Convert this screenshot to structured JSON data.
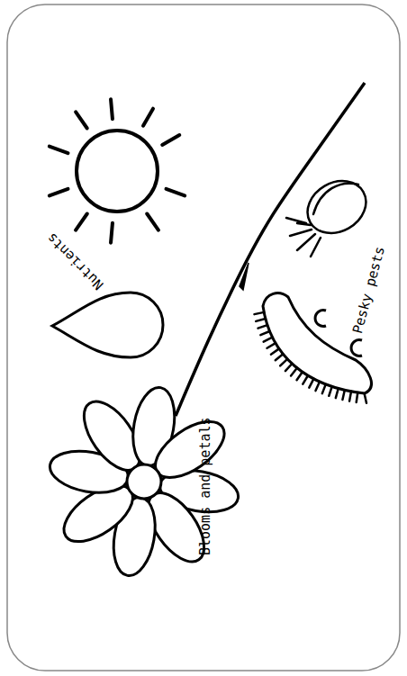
{
  "diagram": {
    "labels": [
      "Nutrients",
      "Pesky pests",
      "Blooms and petals"
    ]
  }
}
